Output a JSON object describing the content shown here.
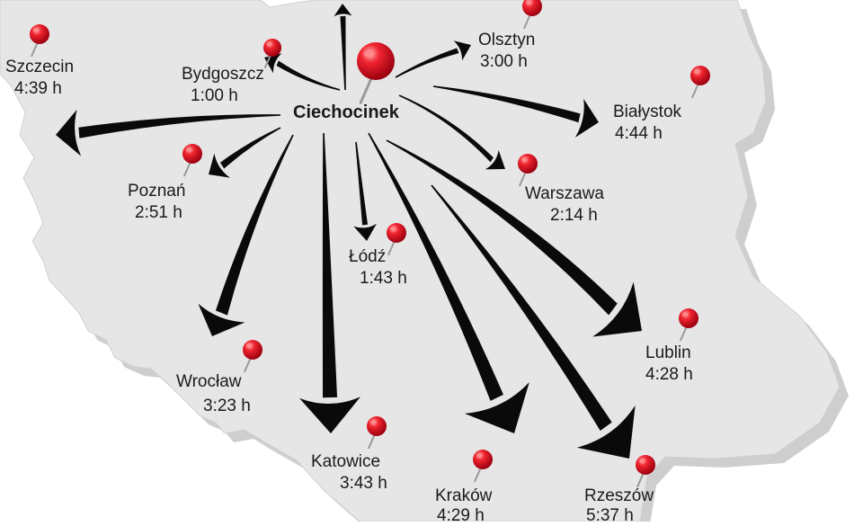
{
  "map": {
    "colors": {
      "land": "#e6e6e6",
      "land_shadow": "#bdbdbd",
      "arrow": "#0a0a0a",
      "pin": "#e3001b",
      "pin_highlight": "#ff8a8a",
      "pin_needle": "#9a9a9a"
    },
    "hub": {
      "name": "Ciechocinek"
    },
    "destinations": [
      {
        "id": "szczecin",
        "name": "Szczecin",
        "time": "4:39 h"
      },
      {
        "id": "bydgoszcz",
        "name": "Bydgoszcz",
        "time": "1:00 h"
      },
      {
        "id": "olsztyn",
        "name": "Olsztyn",
        "time": "3:00 h"
      },
      {
        "id": "bialystok",
        "name": "Białystok",
        "time": "4:44 h"
      },
      {
        "id": "poznan",
        "name": "Poznań",
        "time": "2:51 h"
      },
      {
        "id": "warszawa",
        "name": "Warszawa",
        "time": "2:14 h"
      },
      {
        "id": "lodz",
        "name": "Łódź",
        "time": "1:43 h"
      },
      {
        "id": "lublin",
        "name": "Lublin",
        "time": "4:28 h"
      },
      {
        "id": "wroclaw",
        "name": "Wrocław",
        "time": "3:23 h"
      },
      {
        "id": "katowice",
        "name": "Katowice",
        "time": "3:43 h"
      },
      {
        "id": "krakow",
        "name": "Kraków",
        "time": "4:29 h"
      },
      {
        "id": "rzeszow",
        "name": "Rzeszów",
        "time": "5:37 h"
      }
    ]
  }
}
